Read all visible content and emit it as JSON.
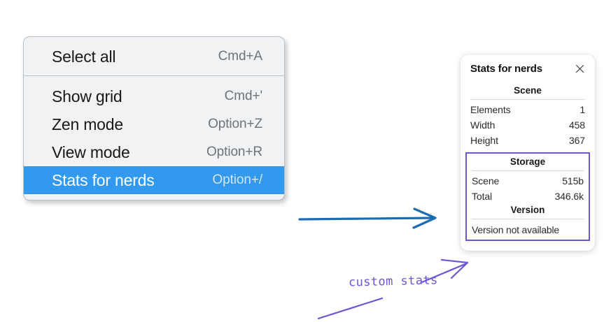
{
  "menu": {
    "groups": [
      {
        "items": [
          {
            "label": "Select all",
            "shortcut": "Cmd+A",
            "selected": false
          }
        ]
      },
      {
        "items": [
          {
            "label": "Show grid",
            "shortcut": "Cmd+'",
            "selected": false
          },
          {
            "label": "Zen mode",
            "shortcut": "Option+Z",
            "selected": false
          },
          {
            "label": "View mode",
            "shortcut": "Option+R",
            "selected": false
          },
          {
            "label": "Stats for nerds",
            "shortcut": "Option+/",
            "selected": true
          }
        ]
      }
    ],
    "highlight_color": "#3399ee"
  },
  "stats_panel": {
    "title": "Stats for nerds",
    "close_icon": "close-icon",
    "scene": {
      "section_title": "Scene",
      "rows": [
        {
          "label": "Elements",
          "value": "1"
        },
        {
          "label": "Width",
          "value": "458"
        },
        {
          "label": "Height",
          "value": "367"
        }
      ]
    },
    "storage": {
      "section_title": "Storage",
      "rows": [
        {
          "label": "Scene",
          "value": "515b"
        },
        {
          "label": "Total",
          "value": "346.6k"
        }
      ]
    },
    "version": {
      "section_title": "Version",
      "note": "Version not available"
    },
    "highlight_border_color": "#6a56d6"
  },
  "annotations": {
    "custom_stats_label": "custom stats",
    "arrow_blue_color": "#1d6bb0",
    "arrow_purple_color": "#6a56d6"
  }
}
